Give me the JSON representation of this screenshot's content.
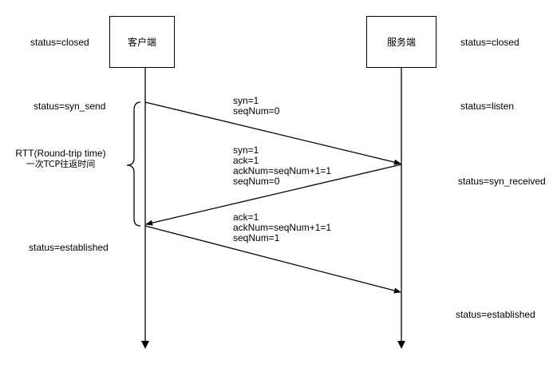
{
  "actors": {
    "client": "客户端",
    "server": "服务端"
  },
  "client_states": {
    "closed": "status=closed",
    "syn_send": "status=syn_send",
    "established": "status=established"
  },
  "server_states": {
    "closed": "status=closed",
    "listen": "status=listen",
    "syn_received": "status=syn_received",
    "established": "status=established"
  },
  "messages": [
    {
      "lines": [
        "syn=1",
        "seqNum=0"
      ]
    },
    {
      "lines": [
        "syn=1",
        "ack=1",
        "ackNum=seqNum+1=1",
        "seqNum=0"
      ]
    },
    {
      "lines": [
        "ack=1",
        "ackNum=seqNum+1=1",
        "seqNum=1"
      ]
    }
  ],
  "rtt": {
    "line1": "RTT(Round-trip time)",
    "line2": "一次TCP往返时间"
  }
}
